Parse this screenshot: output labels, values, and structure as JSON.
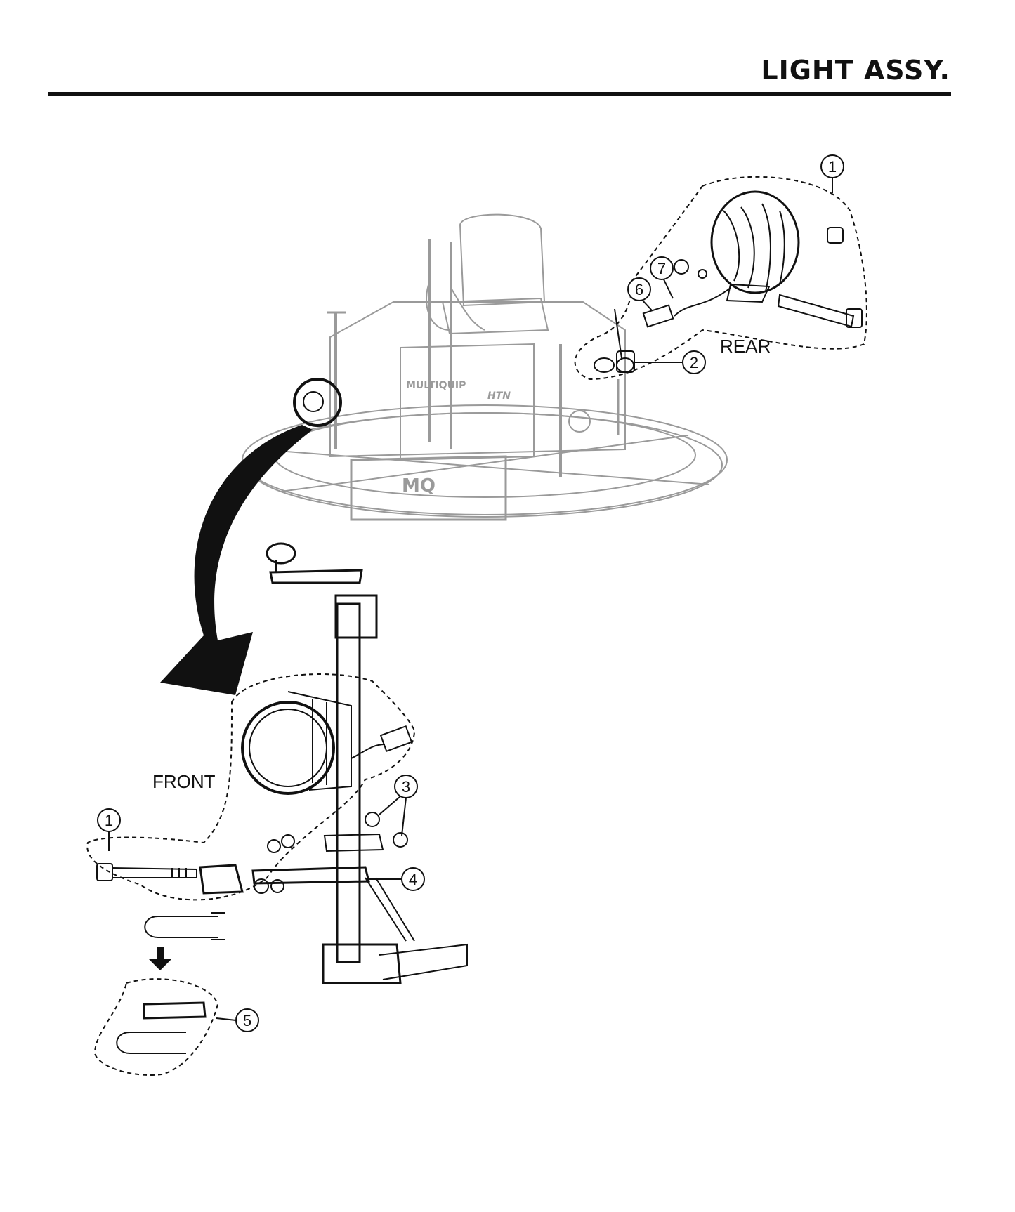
{
  "header": {
    "title": "LIGHT ASSY."
  },
  "views": {
    "rear": "REAR",
    "front": "FRONT"
  },
  "callouts": {
    "rear_light": "1",
    "rear_mount": "2",
    "wire_connector": "6",
    "wire_clip": "7",
    "front_light": "1",
    "nuts": "3",
    "bracket": "4",
    "u_bolt_clamp": "5"
  },
  "machine_labels": {
    "brand_panel": "MULTIQUIP",
    "model": "HTN",
    "logo": "MQ"
  },
  "colors": {
    "ink": "#111111",
    "ghost": "#9a9a9a",
    "background": "#ffffff"
  }
}
